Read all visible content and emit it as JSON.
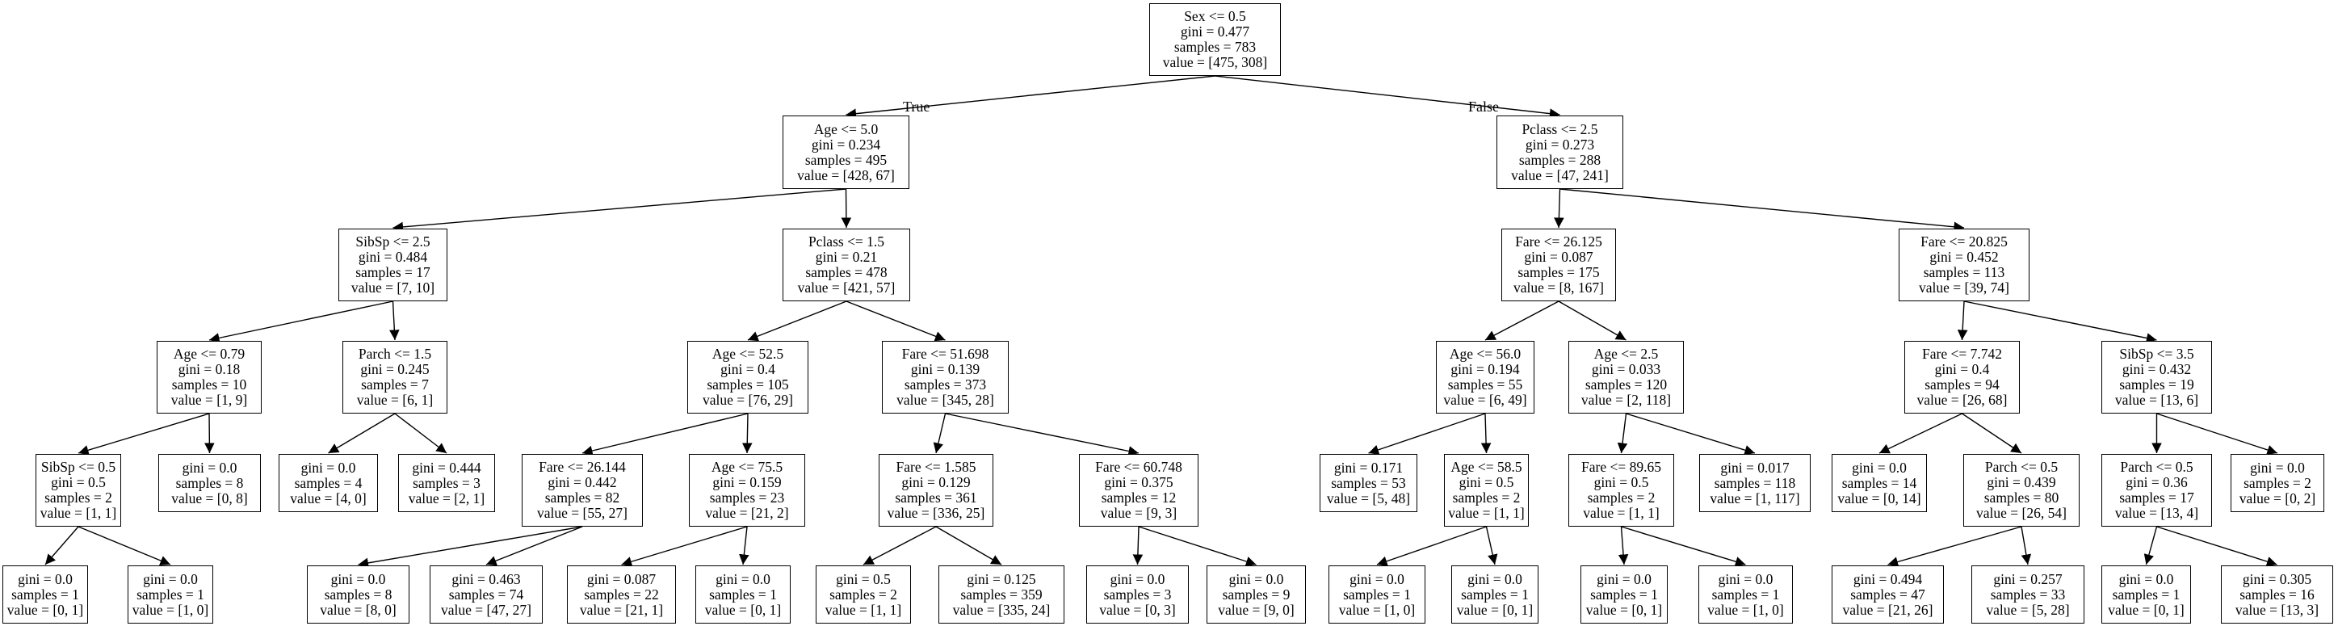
{
  "edge_labels": {
    "true_label": "True",
    "false_label": "False"
  },
  "nodes": [
    {
      "id": "n0",
      "lines": [
        "Sex <= 0.5",
        "gini = 0.477",
        "samples = 783",
        "value = [475, 308]"
      ]
    },
    {
      "id": "n1",
      "lines": [
        "Age <= 5.0",
        "gini = 0.234",
        "samples = 495",
        "value = [428, 67]"
      ]
    },
    {
      "id": "n2",
      "lines": [
        "Pclass <= 2.5",
        "gini = 0.273",
        "samples = 288",
        "value = [47, 241]"
      ]
    },
    {
      "id": "n3",
      "lines": [
        "SibSp <= 2.5",
        "gini = 0.484",
        "samples = 17",
        "value = [7, 10]"
      ]
    },
    {
      "id": "n4",
      "lines": [
        "Pclass <= 1.5",
        "gini = 0.21",
        "samples = 478",
        "value = [421, 57]"
      ]
    },
    {
      "id": "n5",
      "lines": [
        "Fare <= 26.125",
        "gini = 0.087",
        "samples = 175",
        "value = [8, 167]"
      ]
    },
    {
      "id": "n6",
      "lines": [
        "Fare <= 20.825",
        "gini = 0.452",
        "samples = 113",
        "value = [39, 74]"
      ]
    },
    {
      "id": "n7",
      "lines": [
        "Age <= 0.79",
        "gini = 0.18",
        "samples = 10",
        "value = [1, 9]"
      ]
    },
    {
      "id": "n8",
      "lines": [
        "Parch <= 1.5",
        "gini = 0.245",
        "samples = 7",
        "value = [6, 1]"
      ]
    },
    {
      "id": "n9",
      "lines": [
        "Age <= 52.5",
        "gini = 0.4",
        "samples = 105",
        "value = [76, 29]"
      ]
    },
    {
      "id": "n10",
      "lines": [
        "Fare <= 51.698",
        "gini = 0.139",
        "samples = 373",
        "value = [345, 28]"
      ]
    },
    {
      "id": "n11",
      "lines": [
        "Age <= 56.0",
        "gini = 0.194",
        "samples = 55",
        "value = [6, 49]"
      ]
    },
    {
      "id": "n12",
      "lines": [
        "Age <= 2.5",
        "gini = 0.033",
        "samples = 120",
        "value = [2, 118]"
      ]
    },
    {
      "id": "n13",
      "lines": [
        "Fare <= 7.742",
        "gini = 0.4",
        "samples = 94",
        "value = [26, 68]"
      ]
    },
    {
      "id": "n14",
      "lines": [
        "SibSp <= 3.5",
        "gini = 0.432",
        "samples = 19",
        "value = [13, 6]"
      ]
    },
    {
      "id": "n15",
      "lines": [
        "SibSp <= 0.5",
        "gini = 0.5",
        "samples = 2",
        "value = [1, 1]"
      ]
    },
    {
      "id": "n16",
      "lines": [
        "gini = 0.0",
        "samples = 8",
        "value = [0, 8]"
      ]
    },
    {
      "id": "n17",
      "lines": [
        "gini = 0.0",
        "samples = 4",
        "value = [4, 0]"
      ]
    },
    {
      "id": "n18",
      "lines": [
        "gini = 0.444",
        "samples = 3",
        "value = [2, 1]"
      ]
    },
    {
      "id": "n19",
      "lines": [
        "Fare <= 26.144",
        "gini = 0.442",
        "samples = 82",
        "value = [55, 27]"
      ]
    },
    {
      "id": "n20",
      "lines": [
        "Age <= 75.5",
        "gini = 0.159",
        "samples = 23",
        "value = [21, 2]"
      ]
    },
    {
      "id": "n21",
      "lines": [
        "Fare <= 1.585",
        "gini = 0.129",
        "samples = 361",
        "value = [336, 25]"
      ]
    },
    {
      "id": "n22",
      "lines": [
        "Fare <= 60.748",
        "gini = 0.375",
        "samples = 12",
        "value = [9, 3]"
      ]
    },
    {
      "id": "n23",
      "lines": [
        "gini = 0.171",
        "samples = 53",
        "value = [5, 48]"
      ]
    },
    {
      "id": "n24",
      "lines": [
        "Age <= 58.5",
        "gini = 0.5",
        "samples = 2",
        "value = [1, 1]"
      ]
    },
    {
      "id": "n25",
      "lines": [
        "Fare <= 89.65",
        "gini = 0.5",
        "samples = 2",
        "value = [1, 1]"
      ]
    },
    {
      "id": "n26",
      "lines": [
        "gini = 0.017",
        "samples = 118",
        "value = [1, 117]"
      ]
    },
    {
      "id": "n27",
      "lines": [
        "gini = 0.0",
        "samples = 14",
        "value = [0, 14]"
      ]
    },
    {
      "id": "n28",
      "lines": [
        "Parch <= 0.5",
        "gini = 0.439",
        "samples = 80",
        "value = [26, 54]"
      ]
    },
    {
      "id": "n29",
      "lines": [
        "Parch <= 0.5",
        "gini = 0.36",
        "samples = 17",
        "value = [13, 4]"
      ]
    },
    {
      "id": "n30",
      "lines": [
        "gini = 0.0",
        "samples = 2",
        "value = [0, 2]"
      ]
    },
    {
      "id": "n31",
      "lines": [
        "gini = 0.0",
        "samples = 1",
        "value = [0, 1]"
      ]
    },
    {
      "id": "n32",
      "lines": [
        "gini = 0.0",
        "samples = 1",
        "value = [1, 0]"
      ]
    },
    {
      "id": "n33",
      "lines": [
        "gini = 0.0",
        "samples = 8",
        "value = [8, 0]"
      ]
    },
    {
      "id": "n34",
      "lines": [
        "gini = 0.463",
        "samples = 74",
        "value = [47, 27]"
      ]
    },
    {
      "id": "n35",
      "lines": [
        "gini = 0.087",
        "samples = 22",
        "value = [21, 1]"
      ]
    },
    {
      "id": "n36",
      "lines": [
        "gini = 0.0",
        "samples = 1",
        "value = [0, 1]"
      ]
    },
    {
      "id": "n37",
      "lines": [
        "gini = 0.5",
        "samples = 2",
        "value = [1, 1]"
      ]
    },
    {
      "id": "n38",
      "lines": [
        "gini = 0.125",
        "samples = 359",
        "value = [335, 24]"
      ]
    },
    {
      "id": "n39",
      "lines": [
        "gini = 0.0",
        "samples = 3",
        "value = [0, 3]"
      ]
    },
    {
      "id": "n40",
      "lines": [
        "gini = 0.0",
        "samples = 9",
        "value = [9, 0]"
      ]
    },
    {
      "id": "n41",
      "lines": [
        "gini = 0.0",
        "samples = 1",
        "value = [1, 0]"
      ]
    },
    {
      "id": "n42",
      "lines": [
        "gini = 0.0",
        "samples = 1",
        "value = [0, 1]"
      ]
    },
    {
      "id": "n43",
      "lines": [
        "gini = 0.0",
        "samples = 1",
        "value = [0, 1]"
      ]
    },
    {
      "id": "n44",
      "lines": [
        "gini = 0.0",
        "samples = 1",
        "value = [1, 0]"
      ]
    },
    {
      "id": "n45",
      "lines": [
        "gini = 0.494",
        "samples = 47",
        "value = [21, 26]"
      ]
    },
    {
      "id": "n46",
      "lines": [
        "gini = 0.257",
        "samples = 33",
        "value = [5, 28]"
      ]
    },
    {
      "id": "n47",
      "lines": [
        "gini = 0.0",
        "samples = 1",
        "value = [0, 1]"
      ]
    },
    {
      "id": "n48",
      "lines": [
        "gini = 0.305",
        "samples = 16",
        "value = [13, 3]"
      ]
    }
  ],
  "edges": [
    [
      "n0",
      "n1"
    ],
    [
      "n0",
      "n2"
    ],
    [
      "n1",
      "n3"
    ],
    [
      "n1",
      "n4"
    ],
    [
      "n2",
      "n5"
    ],
    [
      "n2",
      "n6"
    ],
    [
      "n3",
      "n7"
    ],
    [
      "n3",
      "n8"
    ],
    [
      "n4",
      "n9"
    ],
    [
      "n4",
      "n10"
    ],
    [
      "n5",
      "n11"
    ],
    [
      "n5",
      "n12"
    ],
    [
      "n6",
      "n13"
    ],
    [
      "n6",
      "n14"
    ],
    [
      "n7",
      "n15"
    ],
    [
      "n7",
      "n16"
    ],
    [
      "n8",
      "n17"
    ],
    [
      "n8",
      "n18"
    ],
    [
      "n9",
      "n19"
    ],
    [
      "n9",
      "n20"
    ],
    [
      "n10",
      "n21"
    ],
    [
      "n10",
      "n22"
    ],
    [
      "n11",
      "n23"
    ],
    [
      "n11",
      "n24"
    ],
    [
      "n12",
      "n25"
    ],
    [
      "n12",
      "n26"
    ],
    [
      "n13",
      "n27"
    ],
    [
      "n13",
      "n28"
    ],
    [
      "n14",
      "n29"
    ],
    [
      "n14",
      "n30"
    ],
    [
      "n15",
      "n31"
    ],
    [
      "n15",
      "n32"
    ],
    [
      "n19",
      "n33"
    ],
    [
      "n19",
      "n34"
    ],
    [
      "n20",
      "n35"
    ],
    [
      "n20",
      "n36"
    ],
    [
      "n21",
      "n37"
    ],
    [
      "n21",
      "n38"
    ],
    [
      "n22",
      "n39"
    ],
    [
      "n22",
      "n40"
    ],
    [
      "n24",
      "n41"
    ],
    [
      "n24",
      "n42"
    ],
    [
      "n25",
      "n43"
    ],
    [
      "n25",
      "n44"
    ],
    [
      "n28",
      "n45"
    ],
    [
      "n28",
      "n46"
    ],
    [
      "n29",
      "n47"
    ],
    [
      "n29",
      "n48"
    ]
  ]
}
